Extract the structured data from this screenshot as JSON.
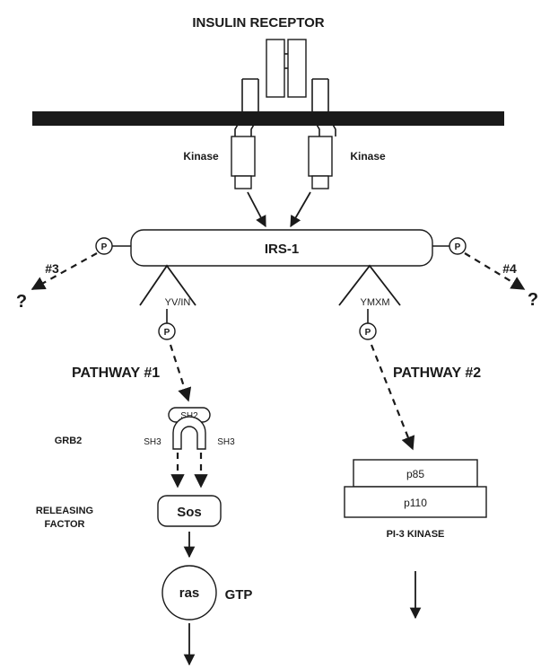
{
  "title": "INSULIN RECEPTOR",
  "receptor": {
    "kinase_left": "Kinase",
    "kinase_right": "Kinase"
  },
  "irs1": {
    "label": "IRS-1",
    "phospho_symbol": "P"
  },
  "branches": {
    "left_number": "#3",
    "right_number": "#4",
    "unknown": "?"
  },
  "motifs": {
    "left": "YV/IN",
    "right": "YMXM"
  },
  "pathway1": {
    "label": "PATHWAY #1",
    "grb2": {
      "name": "GRB2",
      "sh2": "SH2",
      "sh3_left": "SH3",
      "sh3_right": "SH3"
    },
    "releasing_factor": {
      "line1": "RELEASING",
      "line2": "FACTOR"
    },
    "sos": "Sos",
    "ras": "ras",
    "gtp": "GTP"
  },
  "pathway2": {
    "label": "PATHWAY #2",
    "p85": "p85",
    "p110": "p110",
    "pi3k": "PI-3 KINASE"
  }
}
